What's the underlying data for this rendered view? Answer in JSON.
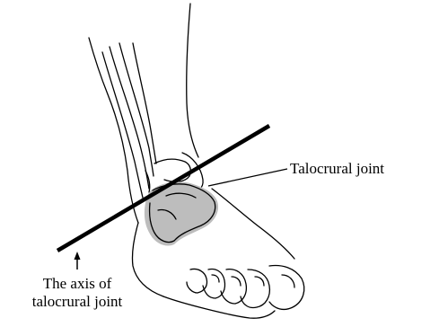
{
  "labels": {
    "joint": "Talocrural joint",
    "axis_line1": "The axis of",
    "axis_line2": "talocrural joint"
  },
  "colors": {
    "ink": "#000000",
    "joint_highlight": "#bdbdbd",
    "background": "#ffffff"
  }
}
